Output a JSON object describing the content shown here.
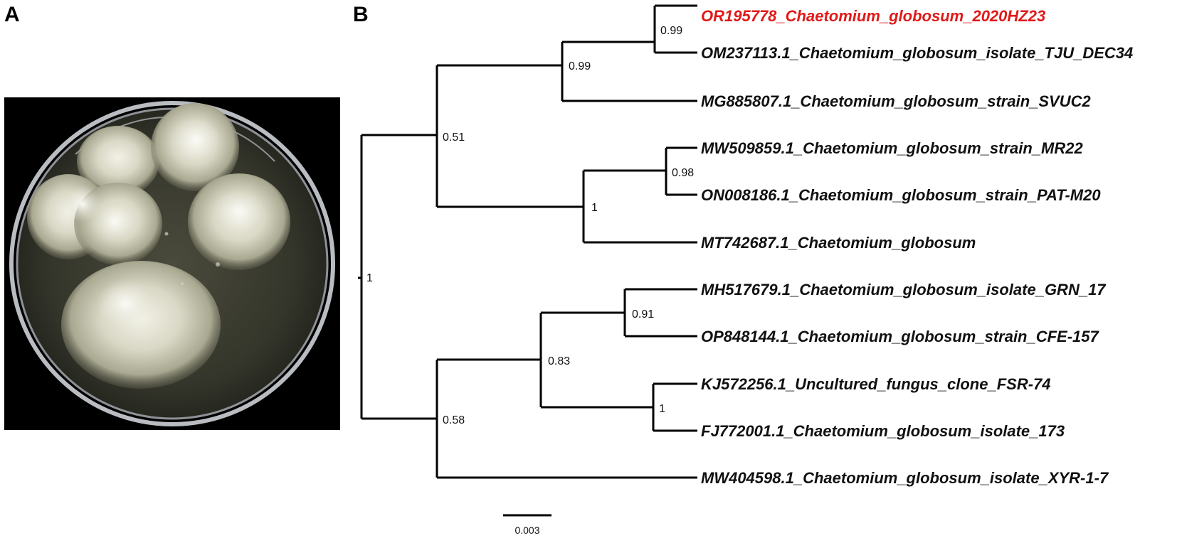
{
  "panels": {
    "a": "A",
    "b": "B"
  },
  "colors": {
    "highlight": "#e01919",
    "branch": "#000000",
    "plate_bg": "#000000"
  },
  "tree": {
    "leaves": [
      {
        "id": "l1",
        "label": "OR195778_Chaetomium_globosum_2020HZ23",
        "highlight": true
      },
      {
        "id": "l2",
        "label": "OM237113.1_Chaetomium_globosum_isolate_TJU_DEC34",
        "highlight": false
      },
      {
        "id": "l3",
        "label": "MG885807.1_Chaetomium_globosum_strain_SVUC2",
        "highlight": false
      },
      {
        "id": "l4",
        "label": "MW509859.1_Chaetomium_globosum_strain_MR22",
        "highlight": false
      },
      {
        "id": "l5",
        "label": "ON008186.1_Chaetomium_globosum_strain_PAT-M20",
        "highlight": false
      },
      {
        "id": "l6",
        "label": "MT742687.1_Chaetomium_globosum",
        "highlight": false
      },
      {
        "id": "l7",
        "label": "MH517679.1_Chaetomium_globosum_isolate_GRN_17",
        "highlight": false
      },
      {
        "id": "l8",
        "label": "OP848144.1_Chaetomium_globosum_strain_CFE-157",
        "highlight": false
      },
      {
        "id": "l9",
        "label": "KJ572256.1_Uncultured_fungus_clone_FSR-74",
        "highlight": false
      },
      {
        "id": "l10",
        "label": "FJ772001.1_Chaetomium_globosum_isolate_173",
        "highlight": false
      },
      {
        "id": "l11",
        "label": "MW404598.1_Chaetomium_globosum_isolate_XYR-1-7",
        "highlight": false
      }
    ],
    "nodes": [
      {
        "id": "n1",
        "support": "0.99"
      },
      {
        "id": "n2",
        "support": "0.99"
      },
      {
        "id": "n3",
        "support": "0.98"
      },
      {
        "id": "n4",
        "support": "1"
      },
      {
        "id": "n5",
        "support": "0.51"
      },
      {
        "id": "n6",
        "support": "0.91"
      },
      {
        "id": "n7",
        "support": "1"
      },
      {
        "id": "n8",
        "support": "0.83"
      },
      {
        "id": "n9",
        "support": "0.58"
      },
      {
        "id": "root",
        "support": "1"
      }
    ],
    "scale_bar": {
      "label": "0.003"
    }
  }
}
